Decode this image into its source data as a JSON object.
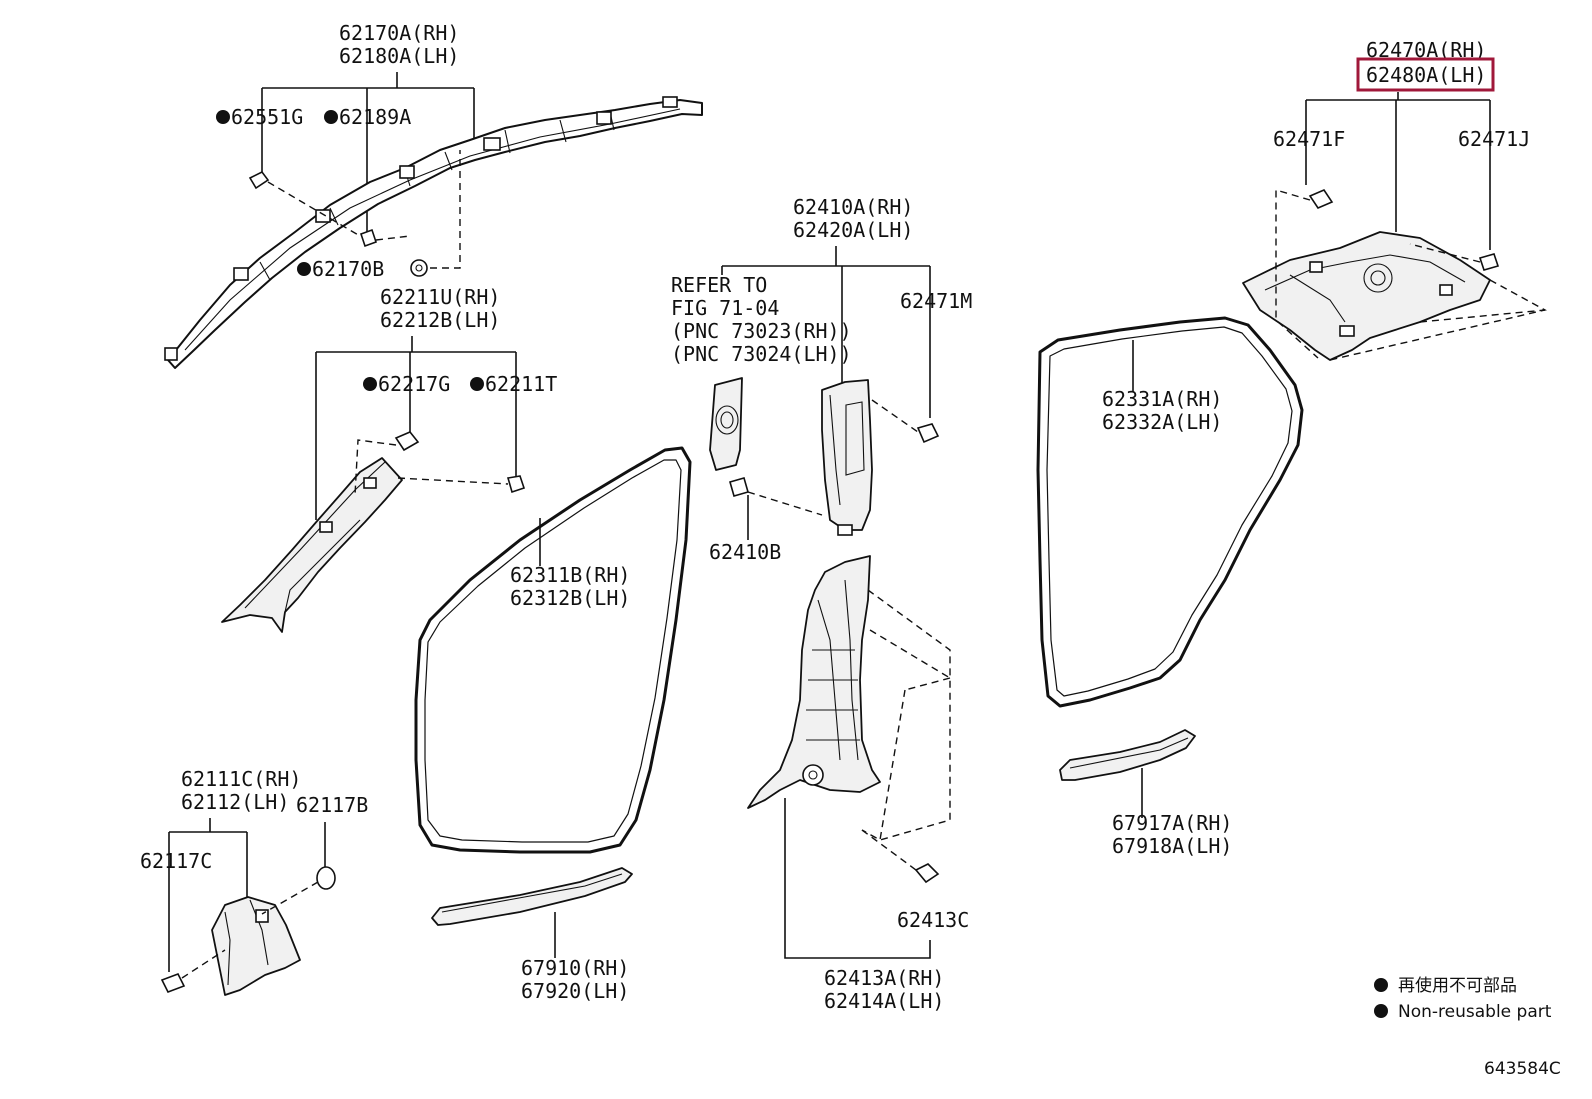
{
  "labels": {
    "p62170A_rh": "62170A(RH)",
    "p62180A_lh": "62180A(LH)",
    "p62551G": "62551G",
    "p62189A": "62189A",
    "p62170B": "62170B",
    "p62211U_rh": "62211U(RH)",
    "p62212B_lh": "62212B(LH)",
    "p62217G": "62217G",
    "p62211T": "62211T",
    "p62111C_rh": "62111C(RH)",
    "p62112_lh": "62112(LH)",
    "p62117B": "62117B",
    "p62117C": "62117C",
    "p62311B_rh": "62311B(RH)",
    "p62312B_lh": "62312B(LH)",
    "p67910_rh": "67910(RH)",
    "p67920_lh": "67920(LH)",
    "p62410A_rh": "62410A(RH)",
    "p62420A_lh": "62420A(LH)",
    "refer_line1": "REFER TO",
    "refer_line2": "FIG 71-04",
    "refer_line3": "(PNC 73023(RH))",
    "refer_line4": "(PNC 73024(LH))",
    "p62471M": "62471M",
    "p62410B": "62410B",
    "p62413C": "62413C",
    "p62413A_rh": "62413A(RH)",
    "p62414A_lh": "62414A(LH)",
    "p62470A_rh": "62470A(RH)",
    "p62480A_lh": "62480A(LH)",
    "p62471F": "62471F",
    "p62471J": "62471J",
    "p62331A_rh": "62331A(RH)",
    "p62332A_lh": "62332A(LH)",
    "p67917A_rh": "67917A(RH)",
    "p67918A_lh": "67918A(LH)"
  },
  "legend": {
    "jp": "再使用不可部品",
    "en": "Non-reusable part"
  },
  "figure_code": "643584C",
  "colors": {
    "highlight": "#a0183a",
    "line": "#111111"
  }
}
